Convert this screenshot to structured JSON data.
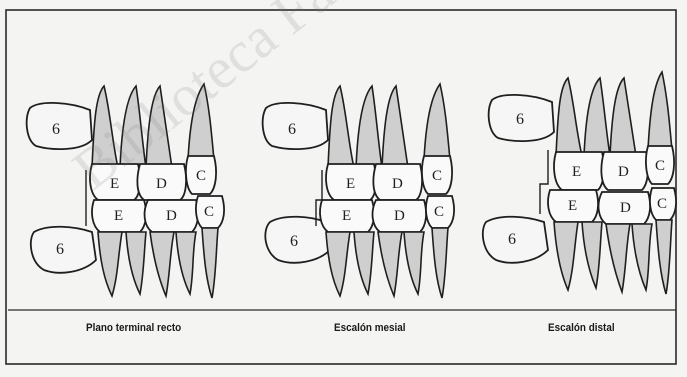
{
  "panels": [
    {
      "caption": "Plano terminal recto",
      "upper_molar_label": "6",
      "lower_molar_label": "6",
      "upper_labels": [
        "E",
        "D",
        "C"
      ],
      "lower_labels": [
        "E",
        "D",
        "C"
      ]
    },
    {
      "caption": "Escalón mesial",
      "upper_molar_label": "6",
      "lower_molar_label": "6",
      "upper_labels": [
        "E",
        "D",
        "C"
      ],
      "lower_labels": [
        "E",
        "D",
        "C"
      ]
    },
    {
      "caption": "Escalón distal",
      "upper_molar_label": "6",
      "lower_molar_label": "6",
      "upper_labels": [
        "E",
        "D",
        "C"
      ],
      "lower_labels": [
        "E",
        "D",
        "C"
      ]
    }
  ],
  "watermark": "Biblioteca Facultad de Odontología",
  "colors": {
    "line": "#1f1f1f",
    "root_shade": "#cfcfcf",
    "background": "#f4f4f2",
    "frame": "#2a2a2a"
  }
}
